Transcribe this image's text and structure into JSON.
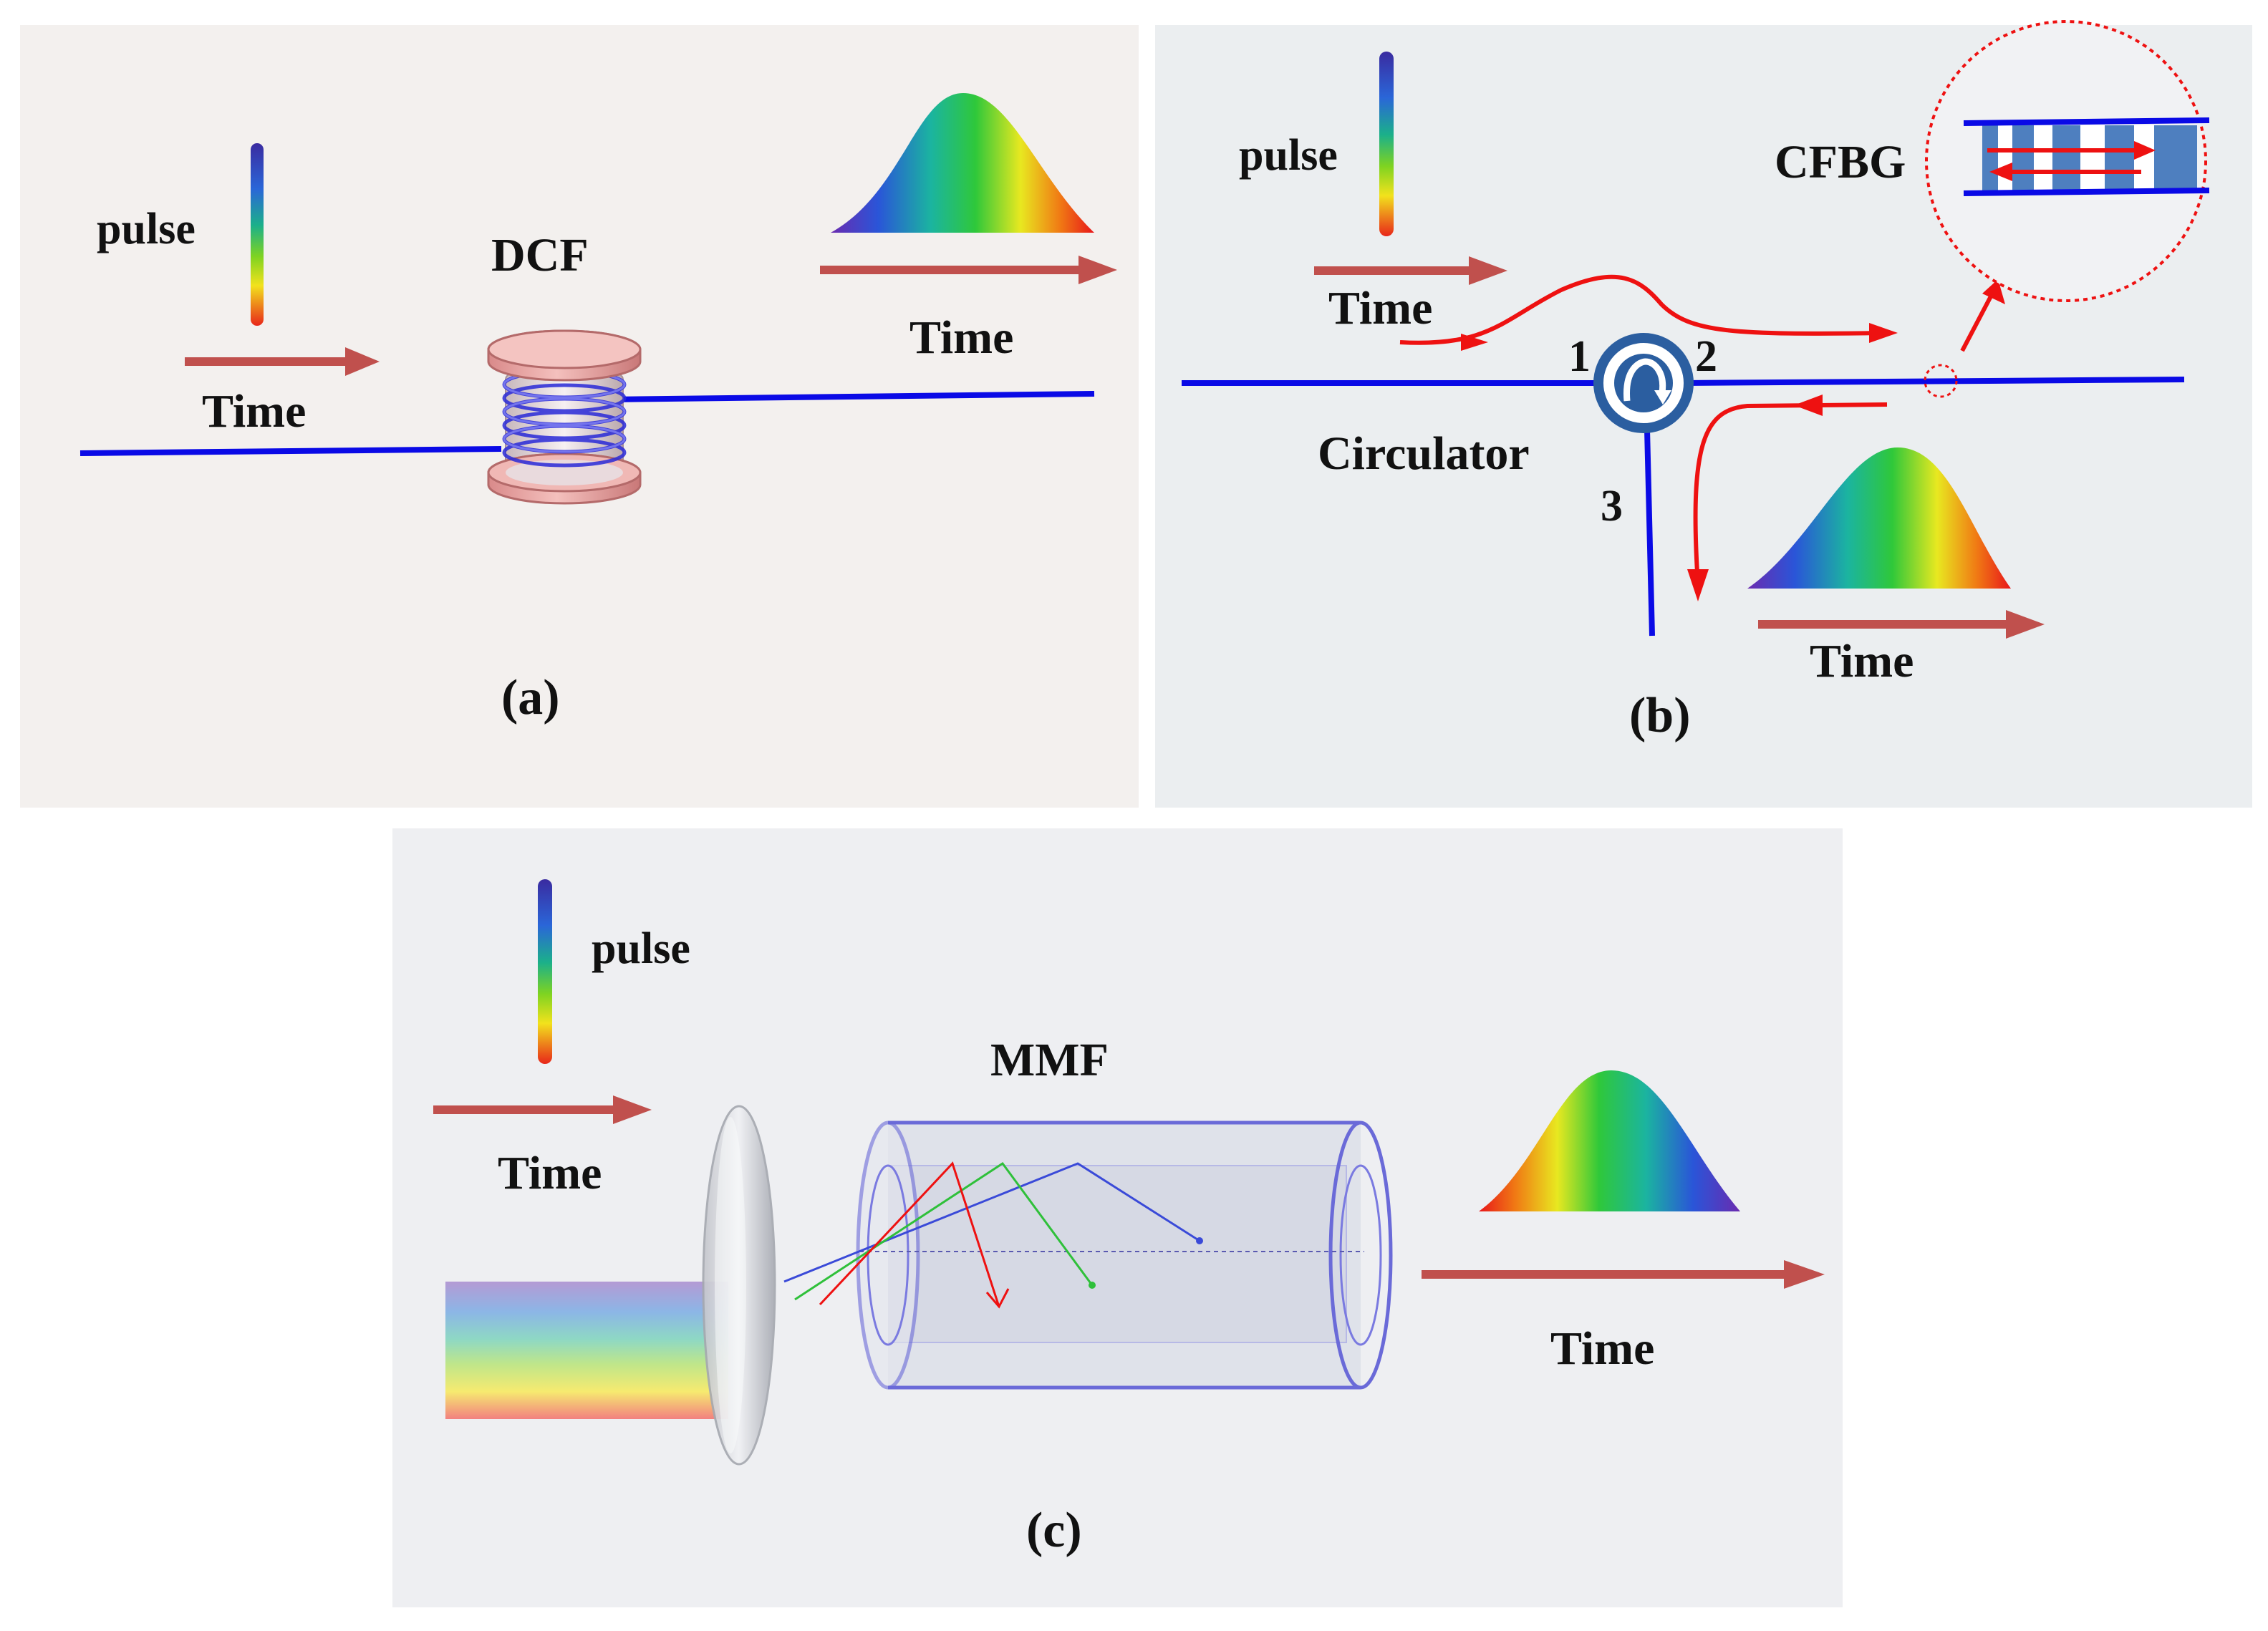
{
  "panels": {
    "a": {
      "label": "(a)",
      "pulse_label": "pulse",
      "time_in_label": "Time",
      "device_label": "DCF",
      "time_out_label": "Time"
    },
    "b": {
      "label": "(b)",
      "pulse_label": "pulse",
      "time_in_label": "Time",
      "device_label": "CFBG",
      "circulator_label": "Circulator",
      "port_1": "1",
      "port_2": "2",
      "port_3": "3",
      "time_out_label": "Time"
    },
    "c": {
      "label": "(c)",
      "pulse_label": "pulse",
      "time_in_label": "Time",
      "device_label": "MMF",
      "time_out_label": "Time"
    }
  },
  "colors": {
    "panel_a_bg": "#f3f0ee",
    "panel_b_bg": "#ebeef0",
    "panel_c_bg": "#eeeff2",
    "fiber": "#0a0ae6",
    "time_arrow": "#c0504d",
    "signal_path": "#ee1111",
    "spectrum": [
      "#6a2bb0",
      "#2a55d8",
      "#1bb4a0",
      "#2fc83a",
      "#e8e820",
      "#f07a14",
      "#e8161a"
    ]
  }
}
